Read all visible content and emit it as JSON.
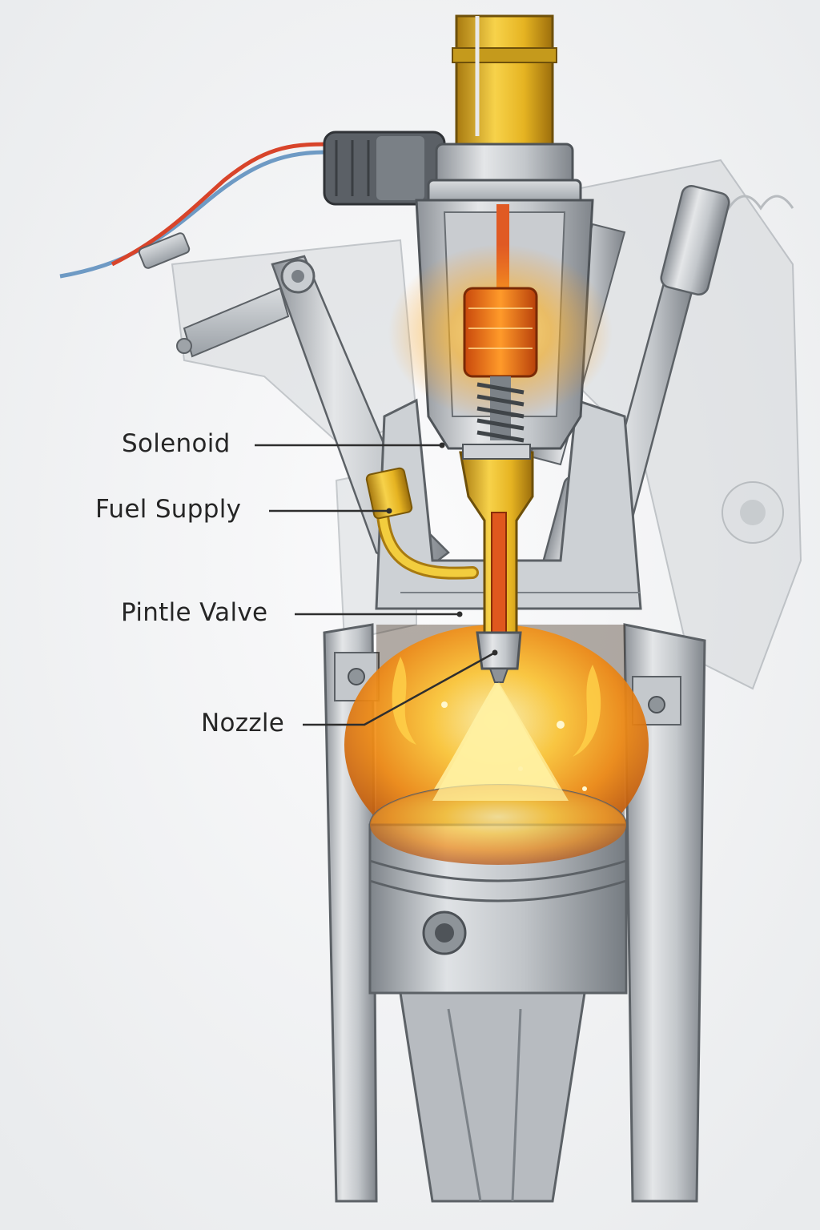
{
  "callouts": [
    {
      "id": "solenoid",
      "label": "Solenoid"
    },
    {
      "id": "fuel-supply",
      "label": "Fuel Supply"
    },
    {
      "id": "pintle-valve",
      "label": "Pintle Valve"
    },
    {
      "id": "nozzle",
      "label": "Nozzle"
    }
  ],
  "colors": {
    "paper": "#f4f5f6",
    "metal": "#b9bdc2",
    "metal_dark": "#6d7277",
    "brass": "#e0b020",
    "flame": "#ff9a1a",
    "flame_core": "#ffe27a",
    "wire_red": "#d8442a",
    "wire_blue": "#6e9ac4",
    "ink": "#262626"
  }
}
